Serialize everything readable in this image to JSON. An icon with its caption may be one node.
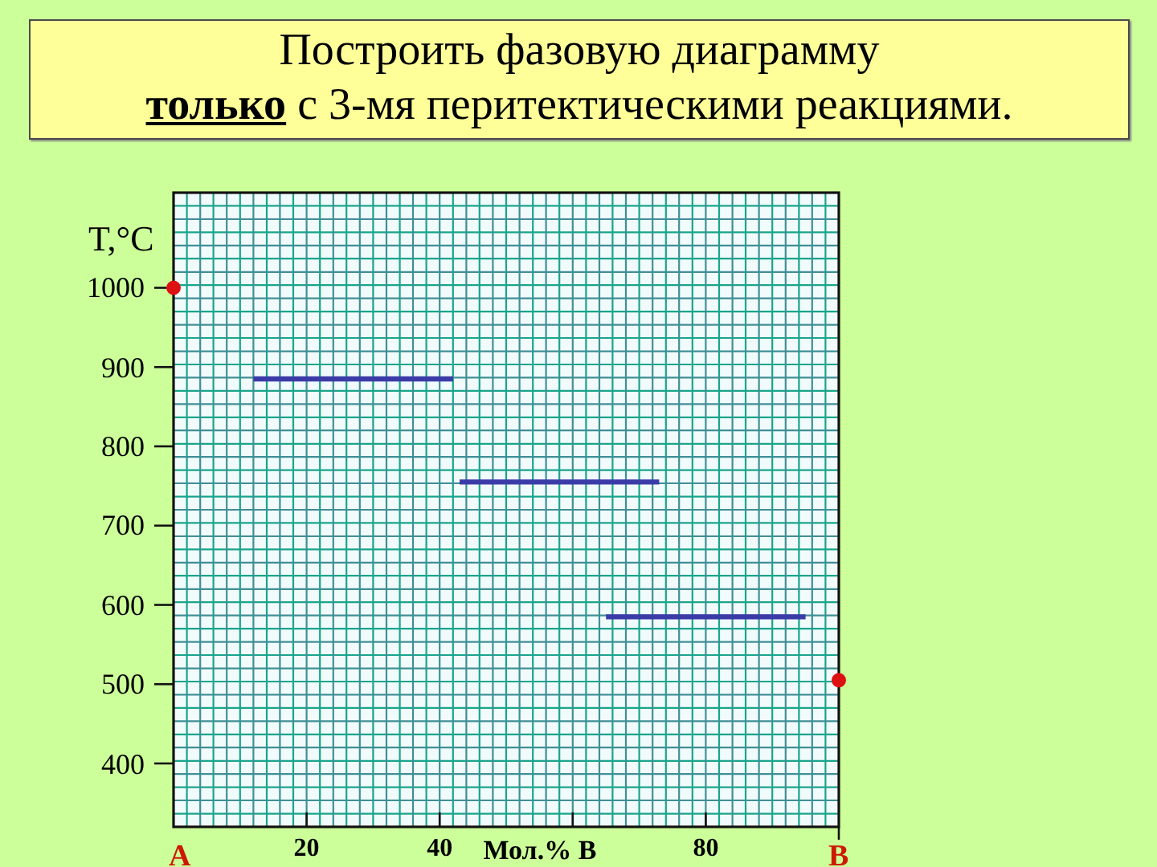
{
  "diagram": {
    "title": "Построить фазовую диаграмму **только** с 3-мя перитектическими реакциями.",
    "chart_data": {
      "type": "line",
      "xlabel": "Мол.% В",
      "ylabel": "T,°C",
      "x": [
        0,
        12,
        42,
        43,
        65,
        73,
        95,
        100
      ],
      "series": [
        {
          "color": "#3b3ba8",
          "values": [
            null,
            885,
            885,
            null,
            null,
            null,
            null,
            null
          ]
        },
        {
          "color": "#3b3ba8",
          "values": [
            null,
            null,
            null,
            755,
            755,
            755,
            null,
            null
          ]
        },
        {
          "color": "#3b3ba8",
          "values": [
            null,
            null,
            null,
            null,
            585,
            585,
            585,
            null
          ]
        },
        {
          "type": "scatter",
          "color": "#dd1111",
          "values": [
            1000,
            null,
            null,
            null,
            null,
            null,
            null,
            505
          ]
        }
      ],
      "xlim": [
        0,
        100
      ],
      "ylim": [
        320,
        1120
      ],
      "xticks": [
        {
          "value": 0,
          "label": "A"
        },
        20,
        40,
        80,
        {
          "value": 100,
          "label": "B"
        }
      ],
      "yticks": [
        400,
        500,
        600,
        700,
        800,
        900,
        1000
      ],
      "grid": true
    }
  }
}
